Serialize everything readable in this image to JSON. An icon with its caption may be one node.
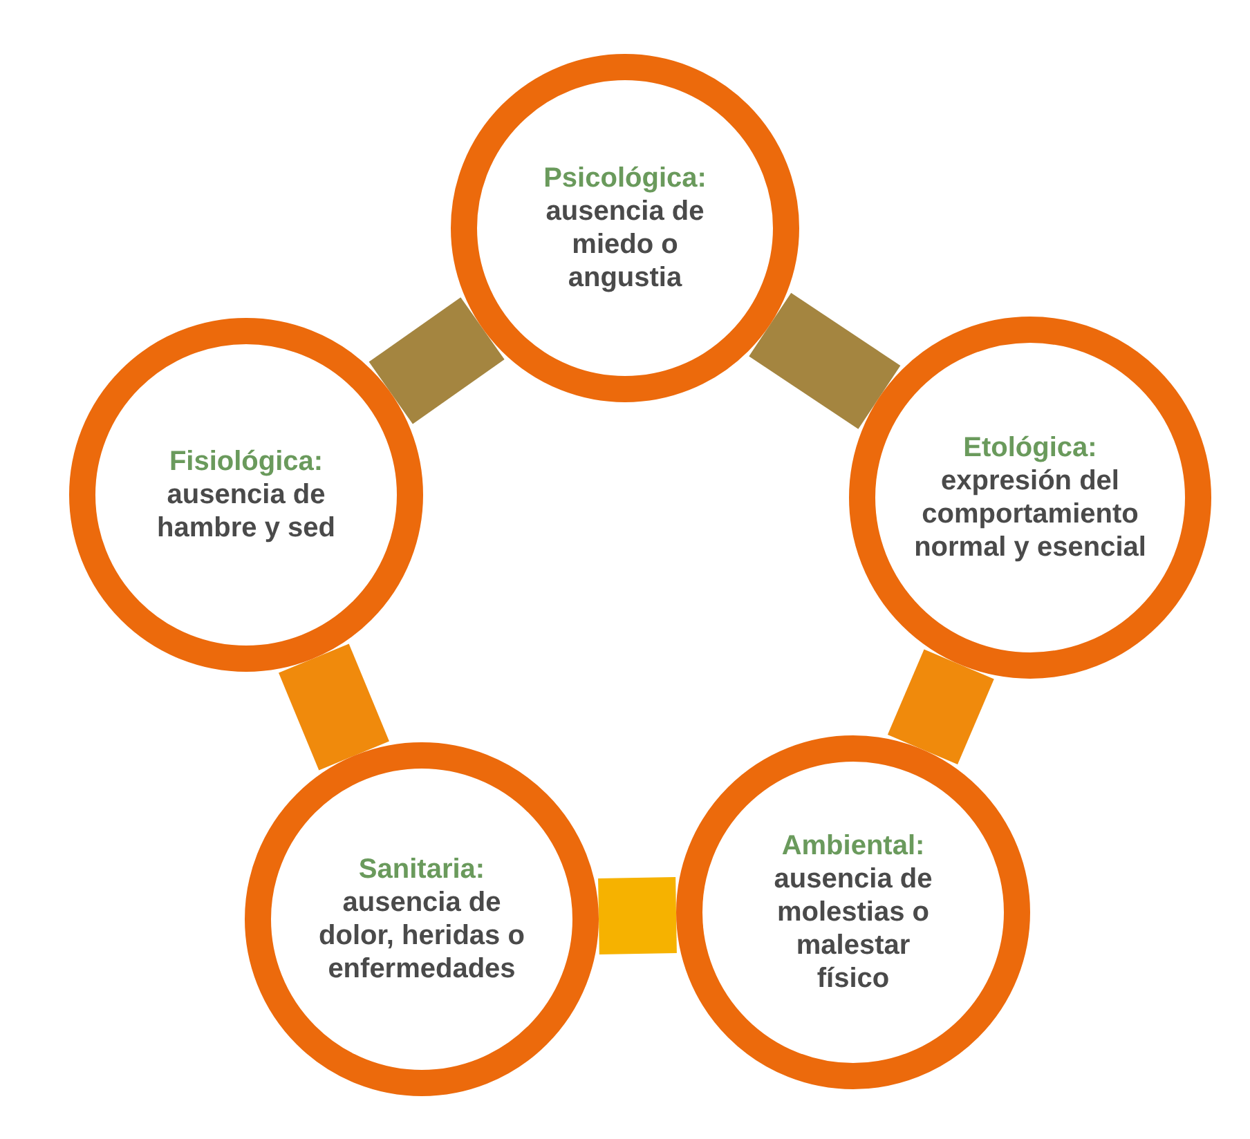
{
  "diagram": {
    "nodes": [
      {
        "text": [
          "Psicológica:",
          "ausencia de miedo o angustia"
        ]
      },
      {
        "text": [
          "Fisiológica:",
          "ausencia de hambre y sed"
        ]
      },
      {
        "text": [
          "Etológica:",
          "expresión del comportamiento normal y esencial"
        ]
      },
      {
        "text": [
          "Sanitaria:",
          "ausencia de dolor, heridas o enfermedades"
        ]
      },
      {
        "text": [
          "Ambiental:",
          "ausencia de molestias o malestar físico"
        ]
      }
    ],
    "edges": [
      {
        "from": 0,
        "to": 2,
        "arrow": "none",
        "color": "#a48540"
      },
      {
        "from": 2,
        "to": 4,
        "arrow": "none",
        "color": "#f08a0c"
      },
      {
        "from": 4,
        "to": 3,
        "arrow": "none",
        "color": "#f6b200"
      },
      {
        "from": 3,
        "to": 1,
        "arrow": "none",
        "color": "#f08a0c"
      },
      {
        "from": 1,
        "to": 0,
        "arrow": "none",
        "color": "#a48540"
      }
    ]
  }
}
